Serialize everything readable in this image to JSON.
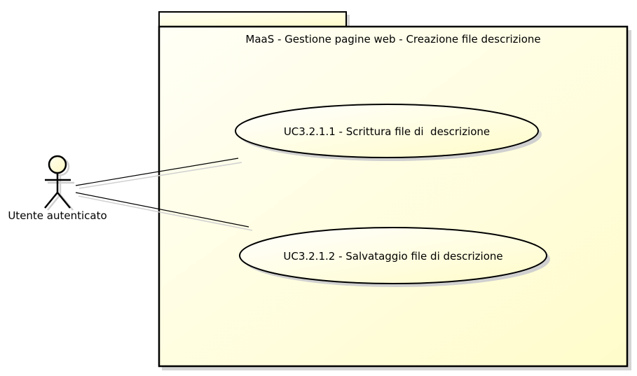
{
  "diagram": {
    "package": {
      "title": "MaaS - Gestione pagine web - Creazione file descrizione"
    },
    "actor": {
      "label": "Utente autenticato"
    },
    "use_cases": [
      {
        "label": "UC3.2.1.1 - Scrittura file di  descrizione"
      },
      {
        "label": "UC3.2.1.2 - Salvataggio file di descrizione"
      }
    ],
    "colors": {
      "fill_light": "#fffff4",
      "fill_dark": "#fffdc8",
      "stroke": "#000000",
      "shadow": "#cfcfcf"
    }
  }
}
